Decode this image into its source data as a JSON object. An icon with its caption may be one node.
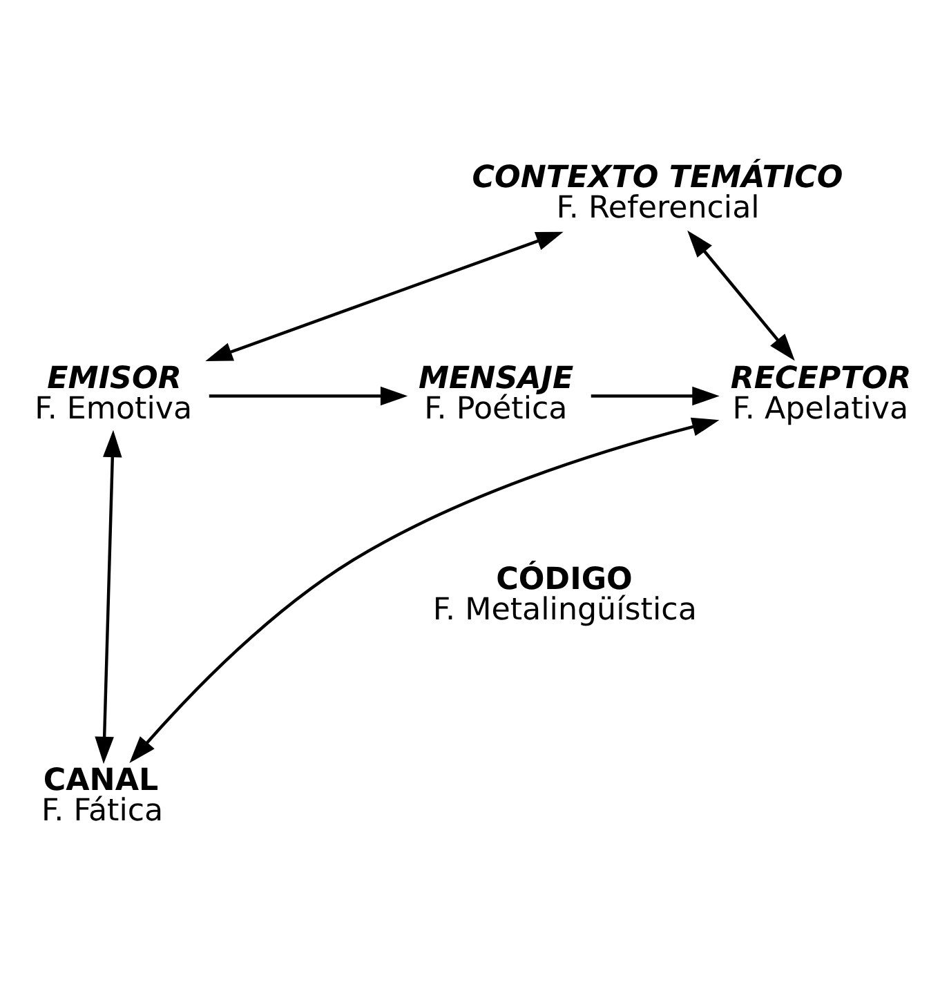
{
  "diagram": {
    "nodes": [
      {
        "text": [
          "CONTEXTO TEMÁTICO",
          "F. Referencial"
        ]
      },
      {
        "text": [
          "EMISOR",
          "F. Emotiva"
        ]
      },
      {
        "text": [
          "MENSAJE",
          "F. Poética"
        ]
      },
      {
        "text": [
          "RECEPTOR",
          "F. Apelativa"
        ]
      },
      {
        "text": [
          "CANAL",
          "F. Fática"
        ]
      }
    ],
    "edges": [
      {
        "from": 1,
        "to": 0,
        "arrow": "both"
      },
      {
        "from": 0,
        "to": 3,
        "arrow": "both"
      },
      {
        "from": 1,
        "to": 2,
        "arrow": "to"
      },
      {
        "from": 2,
        "to": 3,
        "arrow": "to"
      },
      {
        "from": 1,
        "to": 4,
        "arrow": "both"
      },
      {
        "from": 4,
        "to": 3,
        "arrow": "both"
      }
    ],
    "labels": [
      "CÓDIGO",
      "F. Metalingüística"
    ]
  }
}
